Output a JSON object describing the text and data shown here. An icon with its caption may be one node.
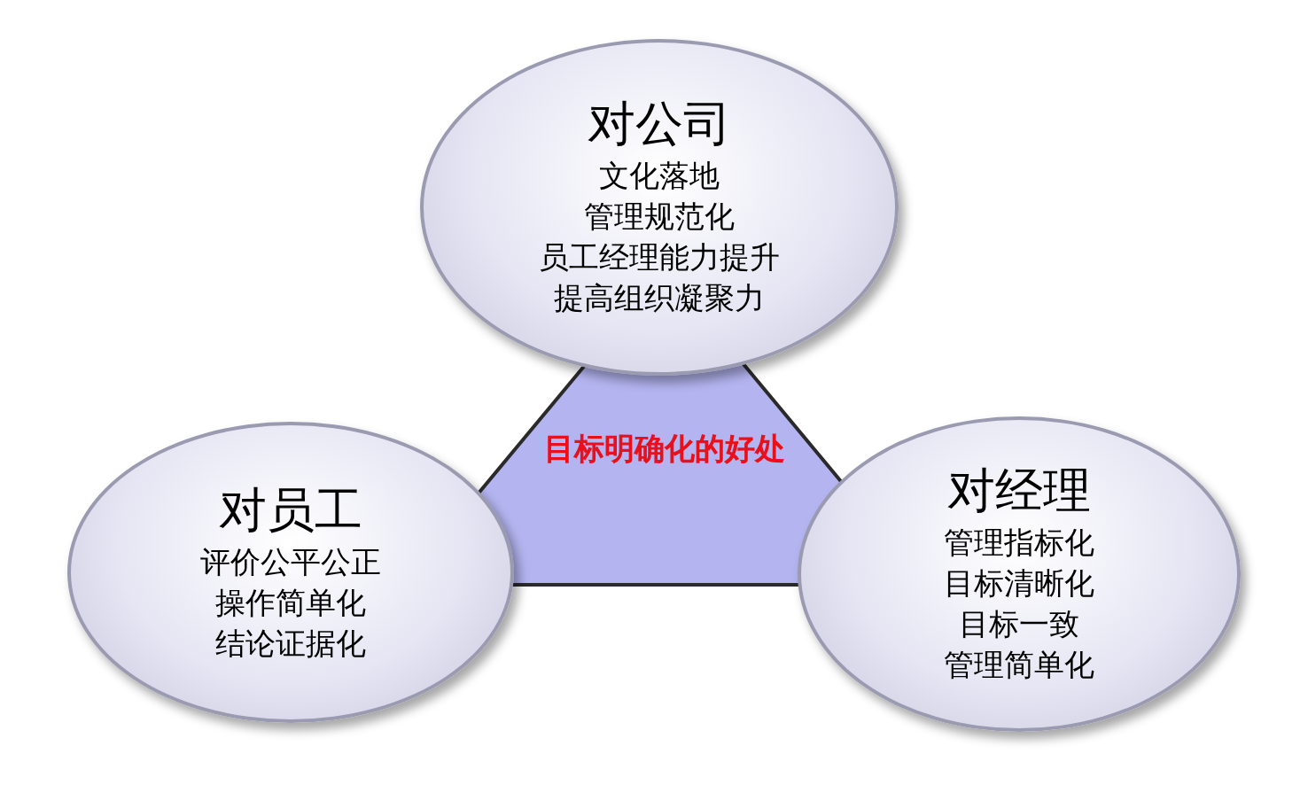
{
  "diagram": {
    "nodes": [
      {
        "text": [
          "目标明确化的好处"
        ]
      },
      {
        "text": [
          "对公司",
          "文化落地",
          "管理规范化",
          "员工经理能力提升",
          "提高组织凝聚力"
        ]
      },
      {
        "text": [
          "对员工",
          "评价公平公正",
          "操作简单化",
          "结论证据化"
        ]
      },
      {
        "text": [
          "对经理",
          "管理指标化",
          "目标清晰化",
          "目标一致",
          "管理简单化"
        ]
      }
    ],
    "edges": []
  }
}
